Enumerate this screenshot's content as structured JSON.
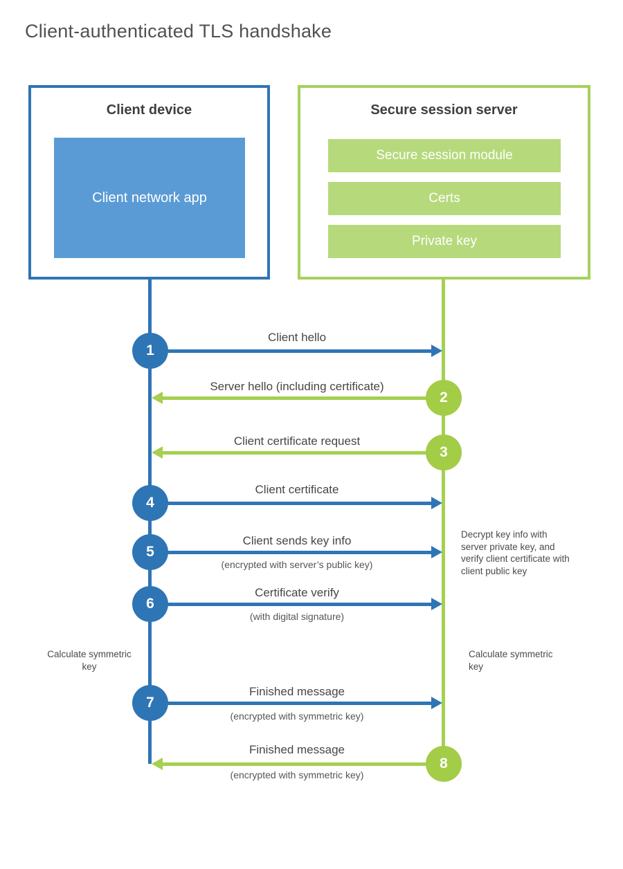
{
  "title": "Client-authenticated TLS handshake",
  "colors": {
    "blue_accent": "#2e75b5",
    "blue_fill": "#5b9bd5",
    "green_accent": "#a3cc47",
    "green_border": "#a6d05c",
    "green_fill": "#b6d97c",
    "heading_text": "#3f3f3f",
    "label_text": "#464646"
  },
  "client": {
    "title": "Client device",
    "app_label": "Client network app"
  },
  "server": {
    "title": "Secure session server",
    "modules": [
      "Secure session module",
      "Certs",
      "Private key"
    ]
  },
  "messages": [
    {
      "num": "1",
      "from": "client",
      "direction": "right",
      "label": "Client hello",
      "sublabel": ""
    },
    {
      "num": "2",
      "from": "server",
      "direction": "left",
      "label": "Server hello (including certificate)",
      "sublabel": ""
    },
    {
      "num": "3",
      "from": "server",
      "direction": "left",
      "label": "Client certificate request",
      "sublabel": ""
    },
    {
      "num": "4",
      "from": "client",
      "direction": "right",
      "label": "Client certificate",
      "sublabel": ""
    },
    {
      "num": "5",
      "from": "client",
      "direction": "right",
      "label": "Client sends key info",
      "sublabel": "(encrypted with server’s public key)"
    },
    {
      "num": "6",
      "from": "client",
      "direction": "right",
      "label": "Certificate verify",
      "sublabel": "(with digital signature)"
    },
    {
      "num": "7",
      "from": "client",
      "direction": "right",
      "label": "Finished message",
      "sublabel": "(encrypted with symmetric key)"
    },
    {
      "num": "8",
      "from": "server",
      "direction": "left",
      "label": "Finished message",
      "sublabel": "(encrypted with symmetric key)"
    }
  ],
  "annotations": {
    "decrypt_note": "Decrypt key info with server private key, and verify client certificate with client public key",
    "calculate_left": "Calculate symmetric key",
    "calculate_right": "Calculate symmetric key"
  }
}
